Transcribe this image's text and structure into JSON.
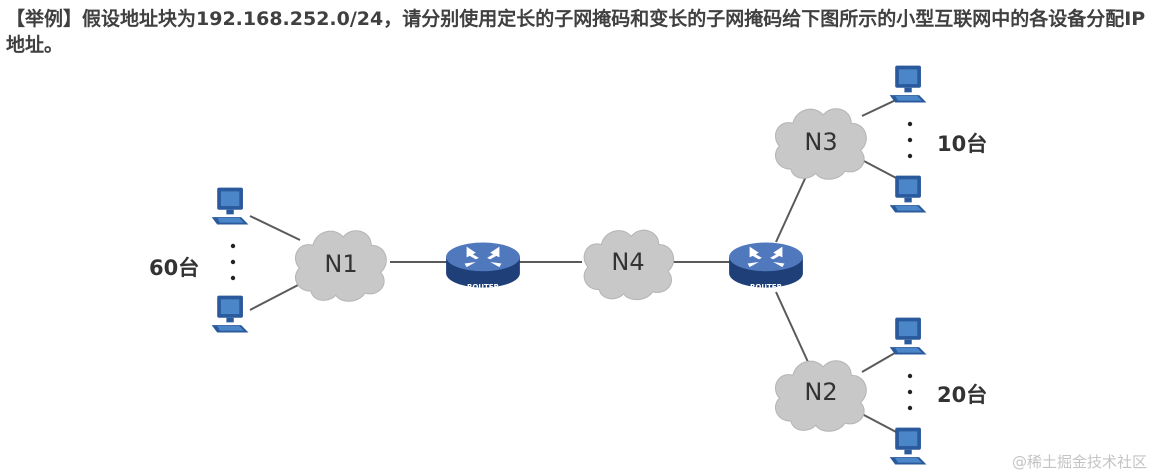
{
  "question": {
    "text": "【举例】假设地址块为192.168.252.0/24，请分别使用定长的子网掩码和变长的子网掩码给下图所示的小型互联网中的各设备分配IP地址。"
  },
  "networks": {
    "n1": {
      "label": "N1",
      "hosts_label": "60台"
    },
    "n2": {
      "label": "N2",
      "hosts_label": "20台"
    },
    "n3": {
      "label": "N3",
      "hosts_label": "10台"
    },
    "n4": {
      "label": "N4"
    }
  },
  "routers": {
    "r1": {
      "label": "ROUTER"
    },
    "r2": {
      "label": "ROUTER"
    }
  },
  "watermark": {
    "text": "@稀土掘金技术社区"
  },
  "colors": {
    "cloud": "#c8c8c8",
    "link": "#5a5a5a",
    "router": "#3a5fa0",
    "computer": "#2a5a9c"
  },
  "icons": {
    "host": "computer-icon",
    "router": "router-icon",
    "network": "cloud-icon"
  }
}
